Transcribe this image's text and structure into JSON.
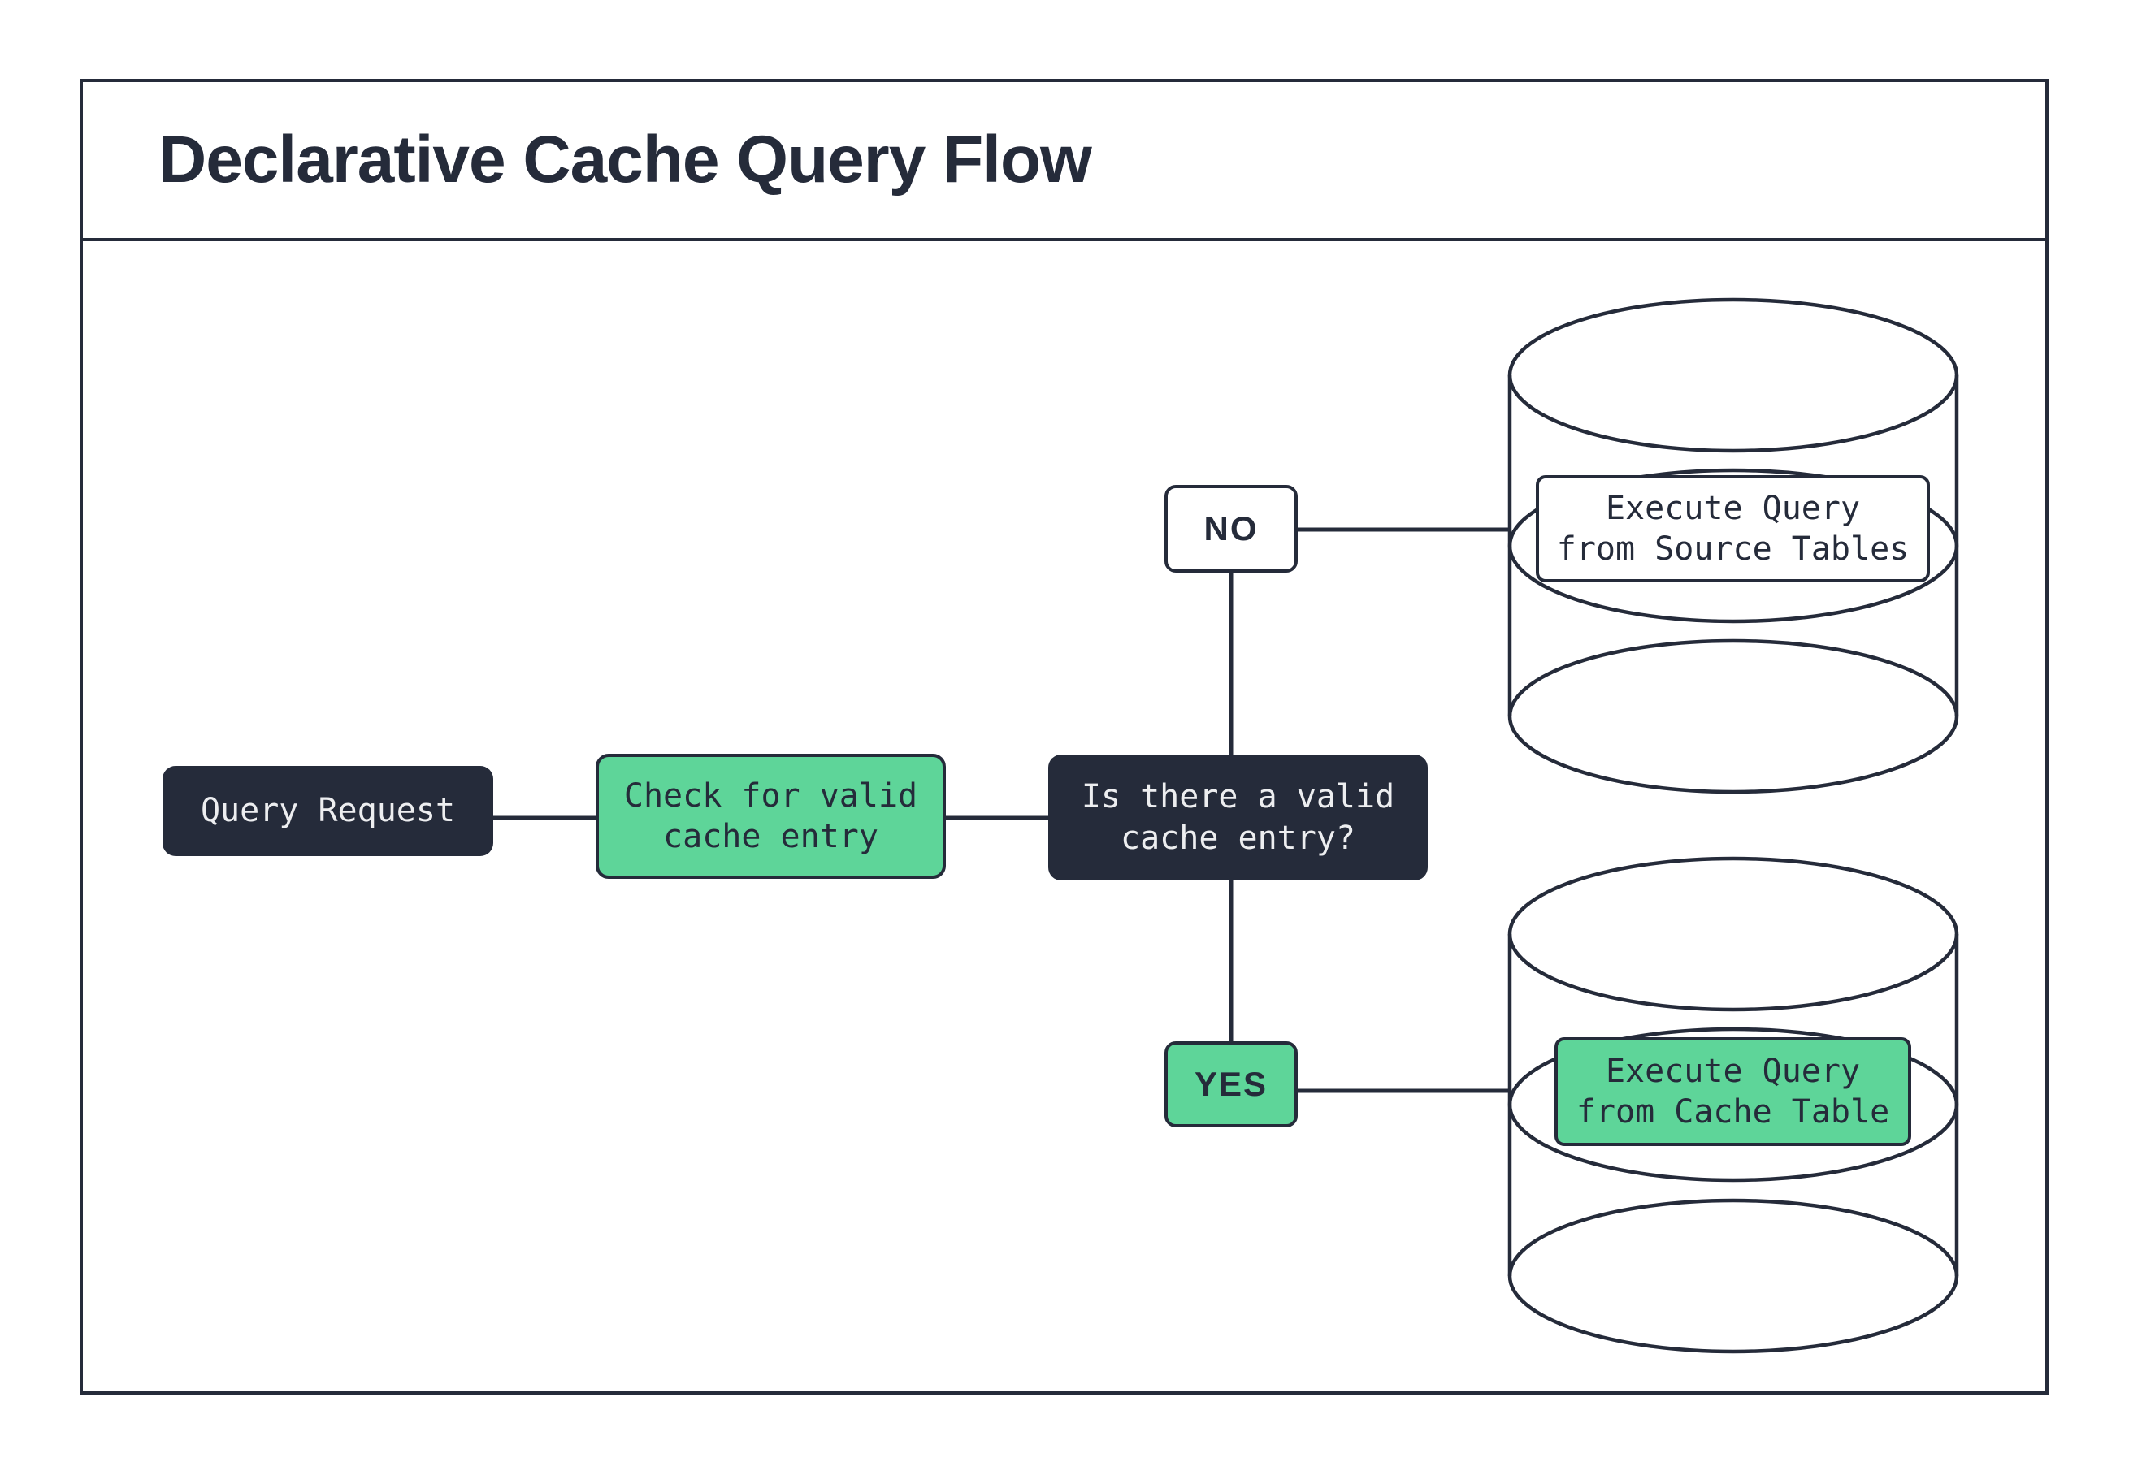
{
  "title": "Declarative Cache Query Flow",
  "colors": {
    "ink": "#252b3a",
    "green": "#5ed599",
    "paper": "#ffffff",
    "light-text": "#edeef0"
  },
  "nodes": {
    "query_request": {
      "label": "Query Request"
    },
    "check_cache": {
      "label": "Check for valid\ncache entry"
    },
    "cache_question": {
      "label": "Is there a valid\ncache entry?"
    },
    "no_branch": {
      "label": "NO"
    },
    "yes_branch": {
      "label": "YES"
    },
    "source_db": {
      "label": "Execute Query\nfrom Source Tables"
    },
    "cache_db": {
      "label": "Execute Query\nfrom Cache Table"
    }
  }
}
